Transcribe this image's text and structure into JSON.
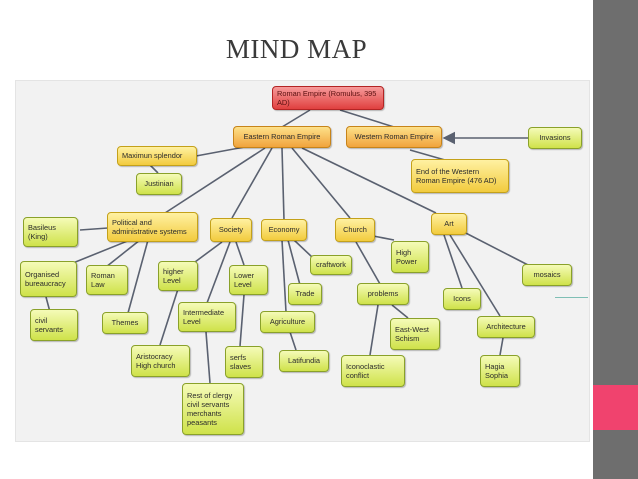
{
  "slide": {
    "title": "MIND MAP"
  },
  "colors": {
    "sidebar": "#6e6e6e",
    "accent": "#f0436e",
    "connector": "#5a6170"
  },
  "nodes": {
    "root": "Roman Empire (Romulus, 395 AD)",
    "eastern": "Eastern Roman Empire",
    "western": "Western Roman Empire",
    "invasions": "Invasions",
    "end_western": "End of the Western Roman Empire (476 AD)",
    "maximum_splendor": "Maximun splendor",
    "justinian": "Justinian",
    "political": "Political and administrative systems",
    "basileus": "Basileus (King)",
    "organised_bureaucracy": "Organised bureaucracy",
    "civil_servants": "civil servants",
    "roman_law": "Roman Law",
    "themes": "Themes",
    "society": "Society",
    "higher_level": "higher Level",
    "lower_level": "Lower Level",
    "intermediate_level": "Intermediate Level",
    "aristocracy": "Aristocracy High church",
    "serfs_slaves": "serfs slaves",
    "rest_of_clergy": "Rest of clergy civil servants merchants peasants",
    "economy": "Economy",
    "craftwork": "craftwork",
    "trade": "Trade",
    "agriculture": "Agriculture",
    "latifundia": "Latifundia",
    "church": "Church",
    "high_power": "High Power",
    "problems": "problems",
    "east_west_schism": "East-West Schism",
    "iconoclastic_conflict": "Iconoclastic conflict",
    "art": "Art",
    "icons": "Icons",
    "mosaics": "mosaics",
    "architecture": "Architecture",
    "hagia_sophia": "Hagia Sophia"
  }
}
